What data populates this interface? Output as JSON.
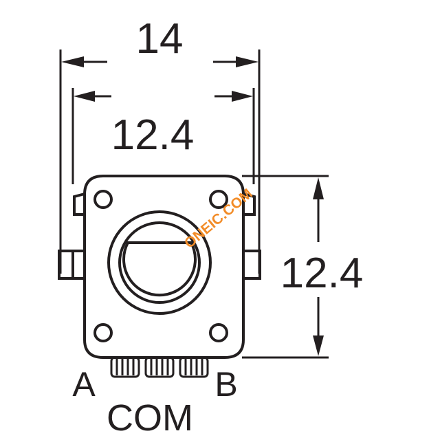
{
  "dimensions": {
    "overall_width": "14",
    "body_width": "12.4",
    "body_height": "12.4"
  },
  "pins": {
    "left": "A",
    "right": "B",
    "center": "COM"
  },
  "watermark": {
    "text": "ONEIC.COM",
    "color": "#f28c28"
  },
  "colors": {
    "line": "#231f20",
    "background": "#ffffff"
  }
}
